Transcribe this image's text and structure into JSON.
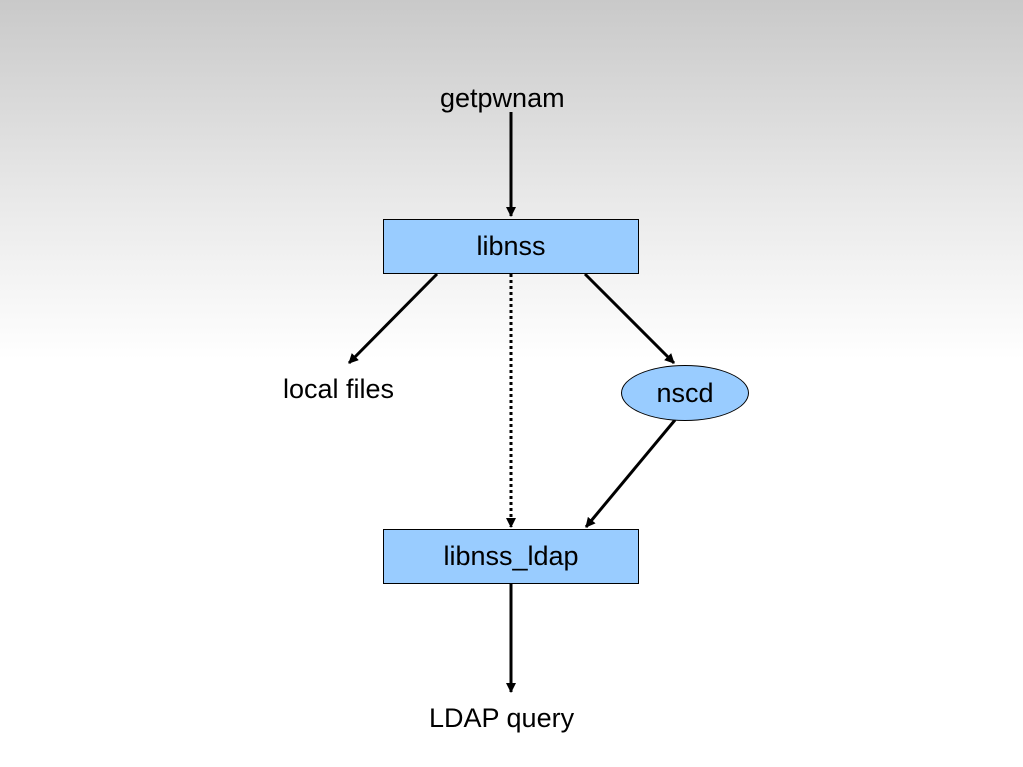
{
  "diagram": {
    "nodes": {
      "getpwnam": "getpwnam",
      "libnss": "libnss",
      "local_files": "local files",
      "nscd": "nscd",
      "libnss_ldap": "libnss_ldap",
      "ldap_query": "LDAP query"
    },
    "edges": [
      {
        "from": "getpwnam",
        "to": "libnss",
        "style": "solid"
      },
      {
        "from": "libnss",
        "to": "local_files",
        "style": "solid"
      },
      {
        "from": "libnss",
        "to": "libnss_ldap",
        "style": "dotted"
      },
      {
        "from": "libnss",
        "to": "nscd",
        "style": "solid"
      },
      {
        "from": "nscd",
        "to": "libnss_ldap",
        "style": "solid"
      },
      {
        "from": "libnss_ldap",
        "to": "ldap_query",
        "style": "solid"
      }
    ],
    "colors": {
      "node_fill": "#99ccff",
      "stroke": "#000000"
    }
  }
}
